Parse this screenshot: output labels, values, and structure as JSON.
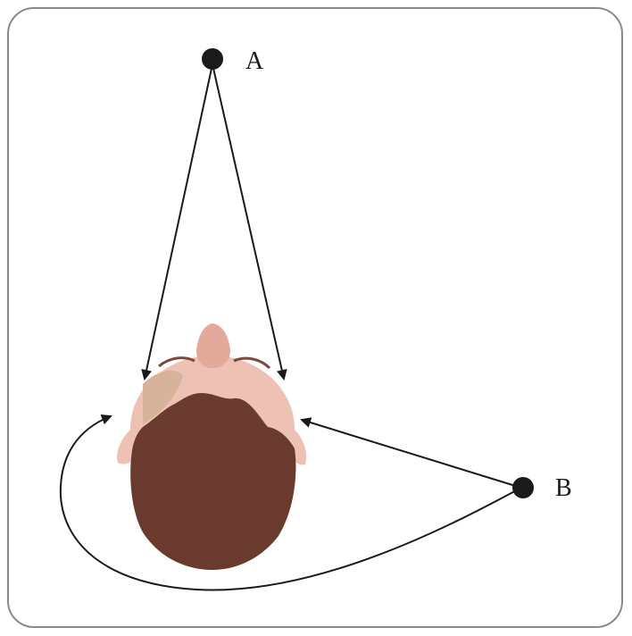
{
  "points": [
    {
      "id": "A",
      "label": "A"
    },
    {
      "id": "B",
      "label": "B"
    }
  ],
  "colors": {
    "border": "#8a8a8a",
    "stroke": "#1a1a1a",
    "hair": "#6b3a2e",
    "skin": "#edc1b3",
    "skin_shadow": "#d8b39c",
    "nose": "#e3a99a",
    "brow": "#7b4a3c"
  }
}
